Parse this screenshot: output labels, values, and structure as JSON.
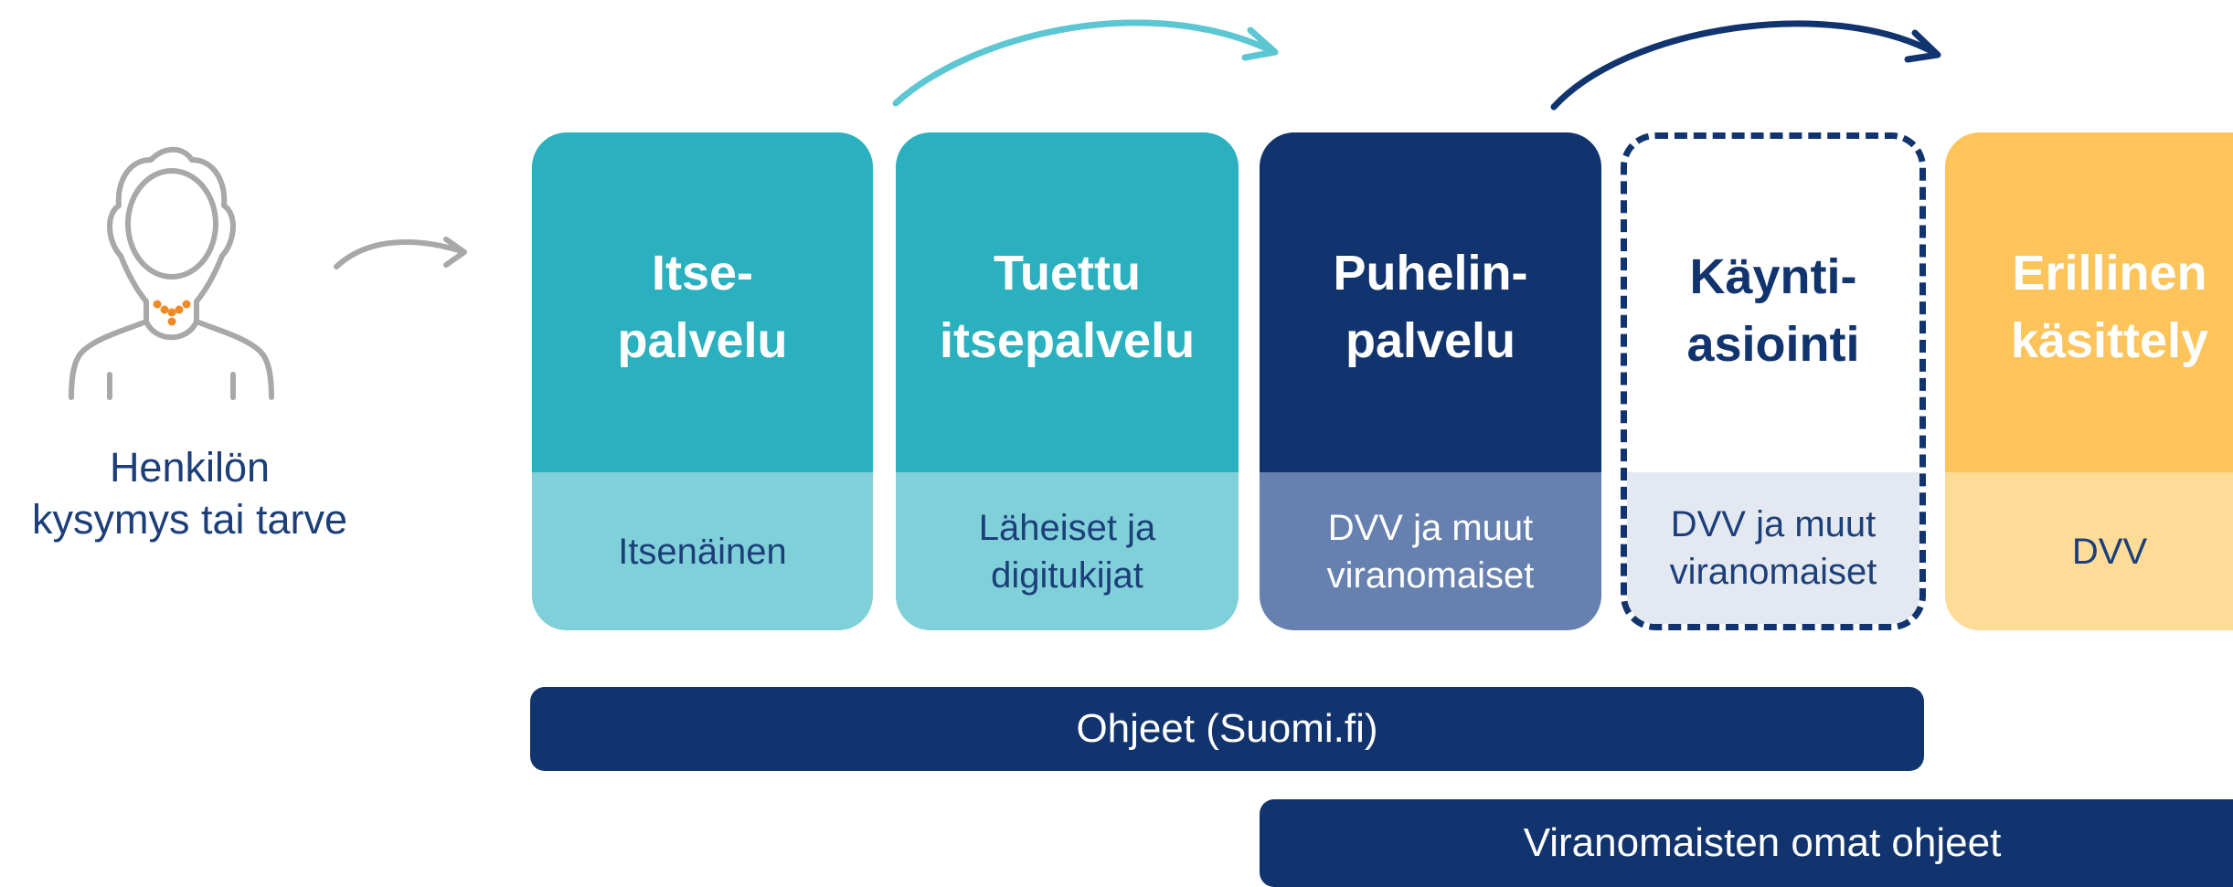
{
  "person": {
    "label": "Henkilön\nkysymys tai tarve",
    "icon": "person-icon"
  },
  "channels": [
    {
      "title": "Itse-\npalvelu",
      "subtitle": "Itsenäinen",
      "top_color": "#2ab0be",
      "bottom_color": "#7fd0d8",
      "title_color": "#ffffff",
      "subtitle_color": "#1c3f7a"
    },
    {
      "title": "Tuettu\nitsepalvelu",
      "subtitle": "Läheiset ja\ndigitukijat",
      "top_color": "#2ab0be",
      "bottom_color": "#7fd0d8",
      "title_color": "#ffffff",
      "subtitle_color": "#1c3f7a"
    },
    {
      "title": "Puhelin-\npalvelu",
      "subtitle": "DVV ja muut\nviranomaiset",
      "top_color": "#12346e",
      "bottom_color": "#6680b0",
      "title_color": "#ffffff",
      "subtitle_color": "#ffffff"
    },
    {
      "title": "Käynti-\nasiointi",
      "subtitle": "DVV ja muut\nviranomaiset",
      "top_color": "#ffffff",
      "bottom_color": "#e4e9f1",
      "title_color": "#12346e",
      "subtitle_color": "#1c3f7a"
    },
    {
      "title": "Erillinen\nkäsittely",
      "subtitle": "DVV",
      "top_color": "#fcc45a",
      "bottom_color": "#fddc97",
      "title_color": "#ffffff",
      "subtitle_color": "#1c3f7a"
    }
  ],
  "bars": {
    "guides": "Ohjeet (Suomi.fi)",
    "authority_guides": "Viranomaisten omat ohjeet"
  },
  "colors": {
    "navy": "#12346e",
    "teal": "#2ab0be",
    "light_teal_arrow": "#5cc7d2",
    "grey_arrow": "#a8a8a8",
    "orange": "#f08a24"
  }
}
